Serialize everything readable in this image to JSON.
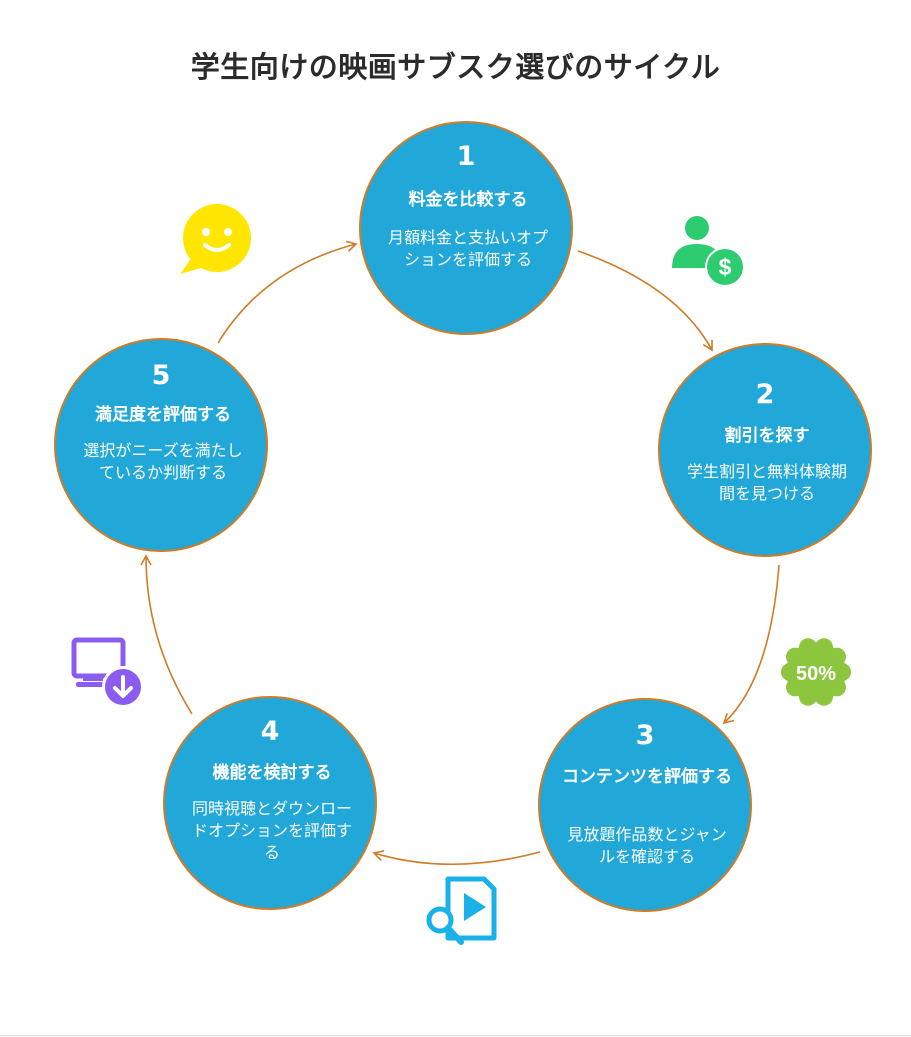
{
  "title": "学生向けの映画サブスク選びのサイクル",
  "steps": [
    {
      "number": "1",
      "heading": "料金を比較する",
      "description": "月額料金と支払いオプションを評価する"
    },
    {
      "number": "2",
      "heading": "割引を探す",
      "description": "学生割引と無料体験期間を見つける"
    },
    {
      "number": "3",
      "heading": "コンテンツを評価する",
      "description": "見放題作品数とジャンルを確認する"
    },
    {
      "number": "4",
      "heading": "機能を検討する",
      "description": "同時視聴とダウンロードオプションを評価する"
    },
    {
      "number": "5",
      "heading": "満足度を評価する",
      "description": "選択がニーズを満たしているか判断する"
    }
  ],
  "icons": {
    "discount_badge": {
      "name": "discount-50-percent-icon",
      "text": "50%"
    },
    "person_money": {
      "name": "person-dollar-icon"
    },
    "content_search": {
      "name": "video-search-icon"
    },
    "device_download": {
      "name": "monitor-download-icon"
    },
    "happy_chat": {
      "name": "smiley-speech-bubble-icon"
    }
  },
  "colors": {
    "circle_fill": "#21a8d8",
    "circle_border": "#d07b28",
    "arrow": "#d07b28",
    "title_text": "#2b2b2b",
    "icon_green": "#2ecc71",
    "icon_lime": "#8cc63f",
    "icon_cyan": "#1ab0e8",
    "icon_purple": "#8a5cf0",
    "icon_yellow": "#ffe600"
  }
}
